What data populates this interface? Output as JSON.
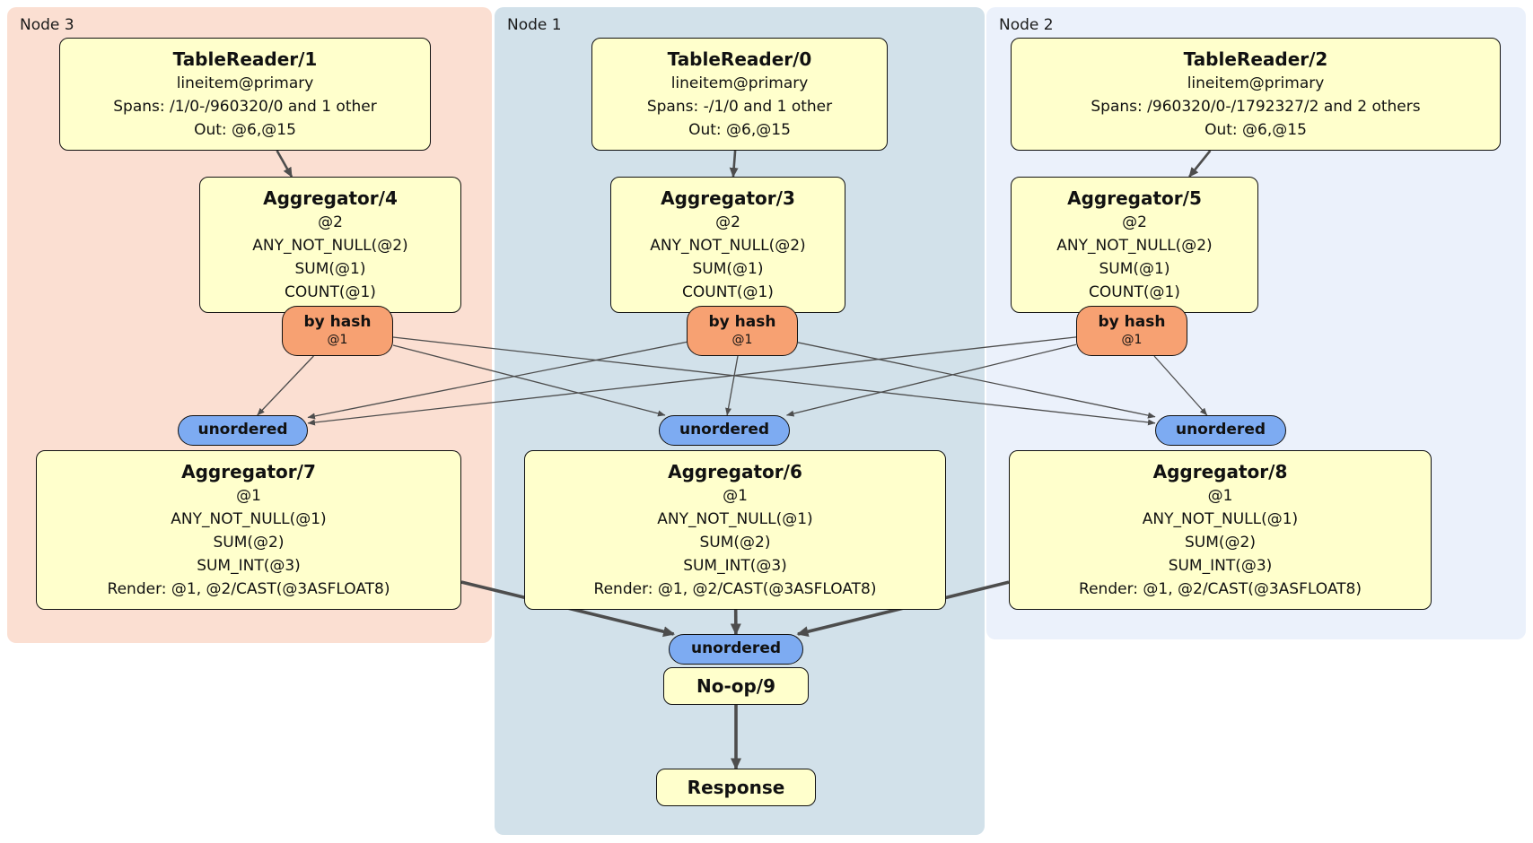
{
  "diagram": {
    "colors": {
      "node3_region_bg": "#fbdfd2",
      "node1_region_bg": "#d2e1ea",
      "node2_region_bg": "#ebf1fb",
      "processor_fill": "#ffffcc",
      "router_fill": "#f7a172",
      "sync_fill": "#7dabf2",
      "edge_color": "#4d4d4d"
    },
    "regions": [
      {
        "id": "node3",
        "label": "Node 3"
      },
      {
        "id": "node1",
        "label": "Node 1"
      },
      {
        "id": "node2",
        "label": "Node 2"
      }
    ],
    "processors": [
      {
        "id": "tr1",
        "region": "node3",
        "title": "TableReader/1",
        "lines": [
          "lineitem@primary",
          "Spans: /1/0-/960320/0 and 1 other",
          "Out: @6,@15"
        ]
      },
      {
        "id": "agg4",
        "region": "node3",
        "title": "Aggregator/4",
        "lines": [
          "@2",
          "ANY_NOT_NULL(@2)",
          "SUM(@1)",
          "COUNT(@1)"
        ]
      },
      {
        "id": "agg7",
        "region": "node3",
        "title": "Aggregator/7",
        "lines": [
          "@1",
          "ANY_NOT_NULL(@1)",
          "SUM(@2)",
          "SUM_INT(@3)",
          "Render: @1, @2/CAST(@3ASFLOAT8)"
        ]
      },
      {
        "id": "tr0",
        "region": "node1",
        "title": "TableReader/0",
        "lines": [
          "lineitem@primary",
          "Spans: -/1/0 and 1 other",
          "Out: @6,@15"
        ]
      },
      {
        "id": "agg3",
        "region": "node1",
        "title": "Aggregator/3",
        "lines": [
          "@2",
          "ANY_NOT_NULL(@2)",
          "SUM(@1)",
          "COUNT(@1)"
        ]
      },
      {
        "id": "agg6",
        "region": "node1",
        "title": "Aggregator/6",
        "lines": [
          "@1",
          "ANY_NOT_NULL(@1)",
          "SUM(@2)",
          "SUM_INT(@3)",
          "Render: @1, @2/CAST(@3ASFLOAT8)"
        ]
      },
      {
        "id": "noop9",
        "region": "node1",
        "title": "No-op/9",
        "lines": []
      },
      {
        "id": "response",
        "region": "node1",
        "title": "Response",
        "lines": []
      },
      {
        "id": "tr2",
        "region": "node2",
        "title": "TableReader/2",
        "lines": [
          "lineitem@primary",
          "Spans: /960320/0-/1792327/2 and 2 others",
          "Out: @6,@15"
        ]
      },
      {
        "id": "agg5",
        "region": "node2",
        "title": "Aggregator/5",
        "lines": [
          "@2",
          "ANY_NOT_NULL(@2)",
          "SUM(@1)",
          "COUNT(@1)"
        ]
      },
      {
        "id": "agg8",
        "region": "node2",
        "title": "Aggregator/8",
        "lines": [
          "@1",
          "ANY_NOT_NULL(@1)",
          "SUM(@2)",
          "SUM_INT(@3)",
          "Render: @1, @2/CAST(@3ASFLOAT8)"
        ]
      }
    ],
    "routers": [
      {
        "id": "byhash3",
        "region": "node3",
        "label": "by hash",
        "sublabel": "@1"
      },
      {
        "id": "byhash1",
        "region": "node1",
        "label": "by hash",
        "sublabel": "@1"
      },
      {
        "id": "byhash2",
        "region": "node2",
        "label": "by hash",
        "sublabel": "@1"
      }
    ],
    "syncs": [
      {
        "id": "uno3",
        "region": "node3",
        "label": "unordered"
      },
      {
        "id": "uno1",
        "region": "node1",
        "label": "unordered"
      },
      {
        "id": "uno2",
        "region": "node2",
        "label": "unordered"
      },
      {
        "id": "unoB",
        "region": "node1",
        "label": "unordered"
      }
    ],
    "edges": [
      {
        "from": "tr1",
        "to": "agg4",
        "kind": "mid"
      },
      {
        "from": "tr0",
        "to": "agg3",
        "kind": "mid"
      },
      {
        "from": "tr2",
        "to": "agg5",
        "kind": "mid"
      },
      {
        "from": "byhash3",
        "to": "uno3",
        "kind": "thin"
      },
      {
        "from": "byhash3",
        "to": "uno1",
        "kind": "thin"
      },
      {
        "from": "byhash3",
        "to": "uno2",
        "kind": "thin"
      },
      {
        "from": "byhash1",
        "to": "uno3",
        "kind": "thin"
      },
      {
        "from": "byhash1",
        "to": "uno1",
        "kind": "thin"
      },
      {
        "from": "byhash1",
        "to": "uno2",
        "kind": "thin"
      },
      {
        "from": "byhash2",
        "to": "uno3",
        "kind": "thin"
      },
      {
        "from": "byhash2",
        "to": "uno1",
        "kind": "thin"
      },
      {
        "from": "byhash2",
        "to": "uno2",
        "kind": "thin"
      },
      {
        "from": "agg7",
        "to": "unoB",
        "kind": "thick"
      },
      {
        "from": "agg6",
        "to": "unoB",
        "kind": "thick"
      },
      {
        "from": "agg8",
        "to": "unoB",
        "kind": "thick"
      },
      {
        "from": "noop9",
        "to": "response",
        "kind": "thick"
      }
    ]
  }
}
